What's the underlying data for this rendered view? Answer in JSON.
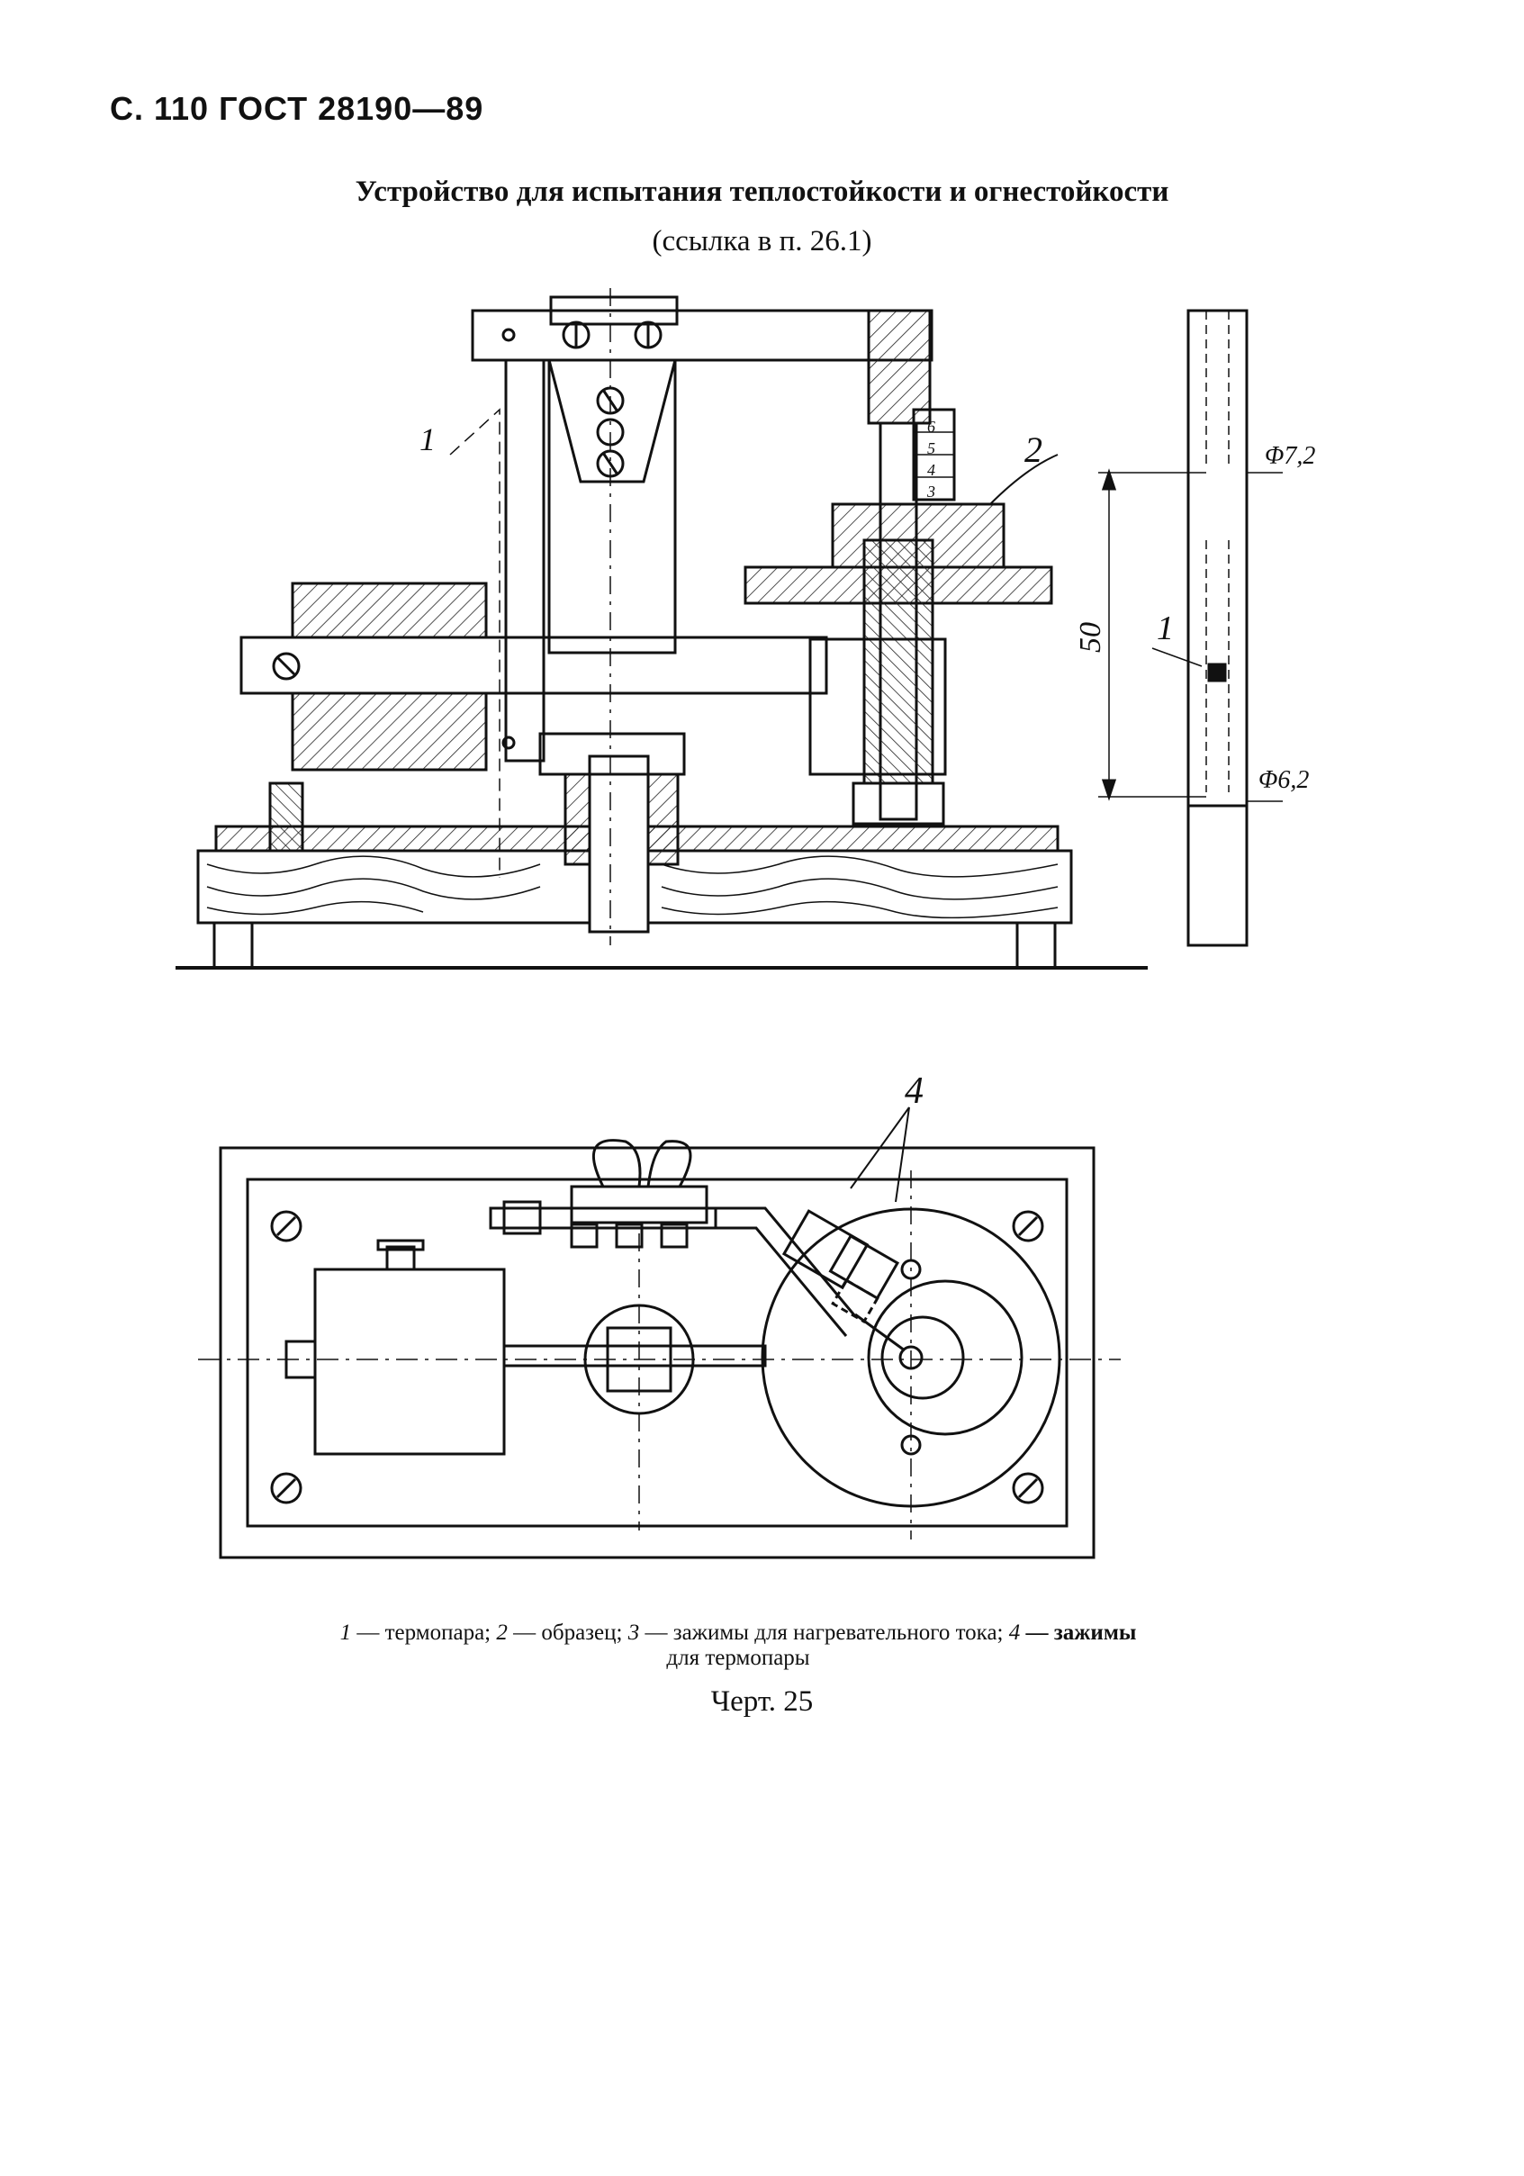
{
  "header": {
    "page_ref": "С. 110 ГОСТ 28190—89"
  },
  "figure": {
    "title": "Устройство для испытания теплостойкости и огнестойкости",
    "subtitle": "(ссылка в п. 26.1)",
    "callouts": {
      "c1_side": "1",
      "c1_detail": "1",
      "c2": "2",
      "c4": "4",
      "scale": [
        "6",
        "5",
        "4",
        "3"
      ],
      "dim_50": "50",
      "dim_d72": "Φ7,2",
      "dim_d62": "Φ6,2"
    },
    "legend": [
      {
        "num": "1",
        "text": "— термопара;"
      },
      {
        "num": "2",
        "text": "— образец;"
      },
      {
        "num": "3",
        "text": "— зажимы для нагревательного тока;"
      },
      {
        "num": "4",
        "text": "— зажимы"
      }
    ],
    "legend_tail": "для термопары",
    "label": "Черт. 25"
  }
}
